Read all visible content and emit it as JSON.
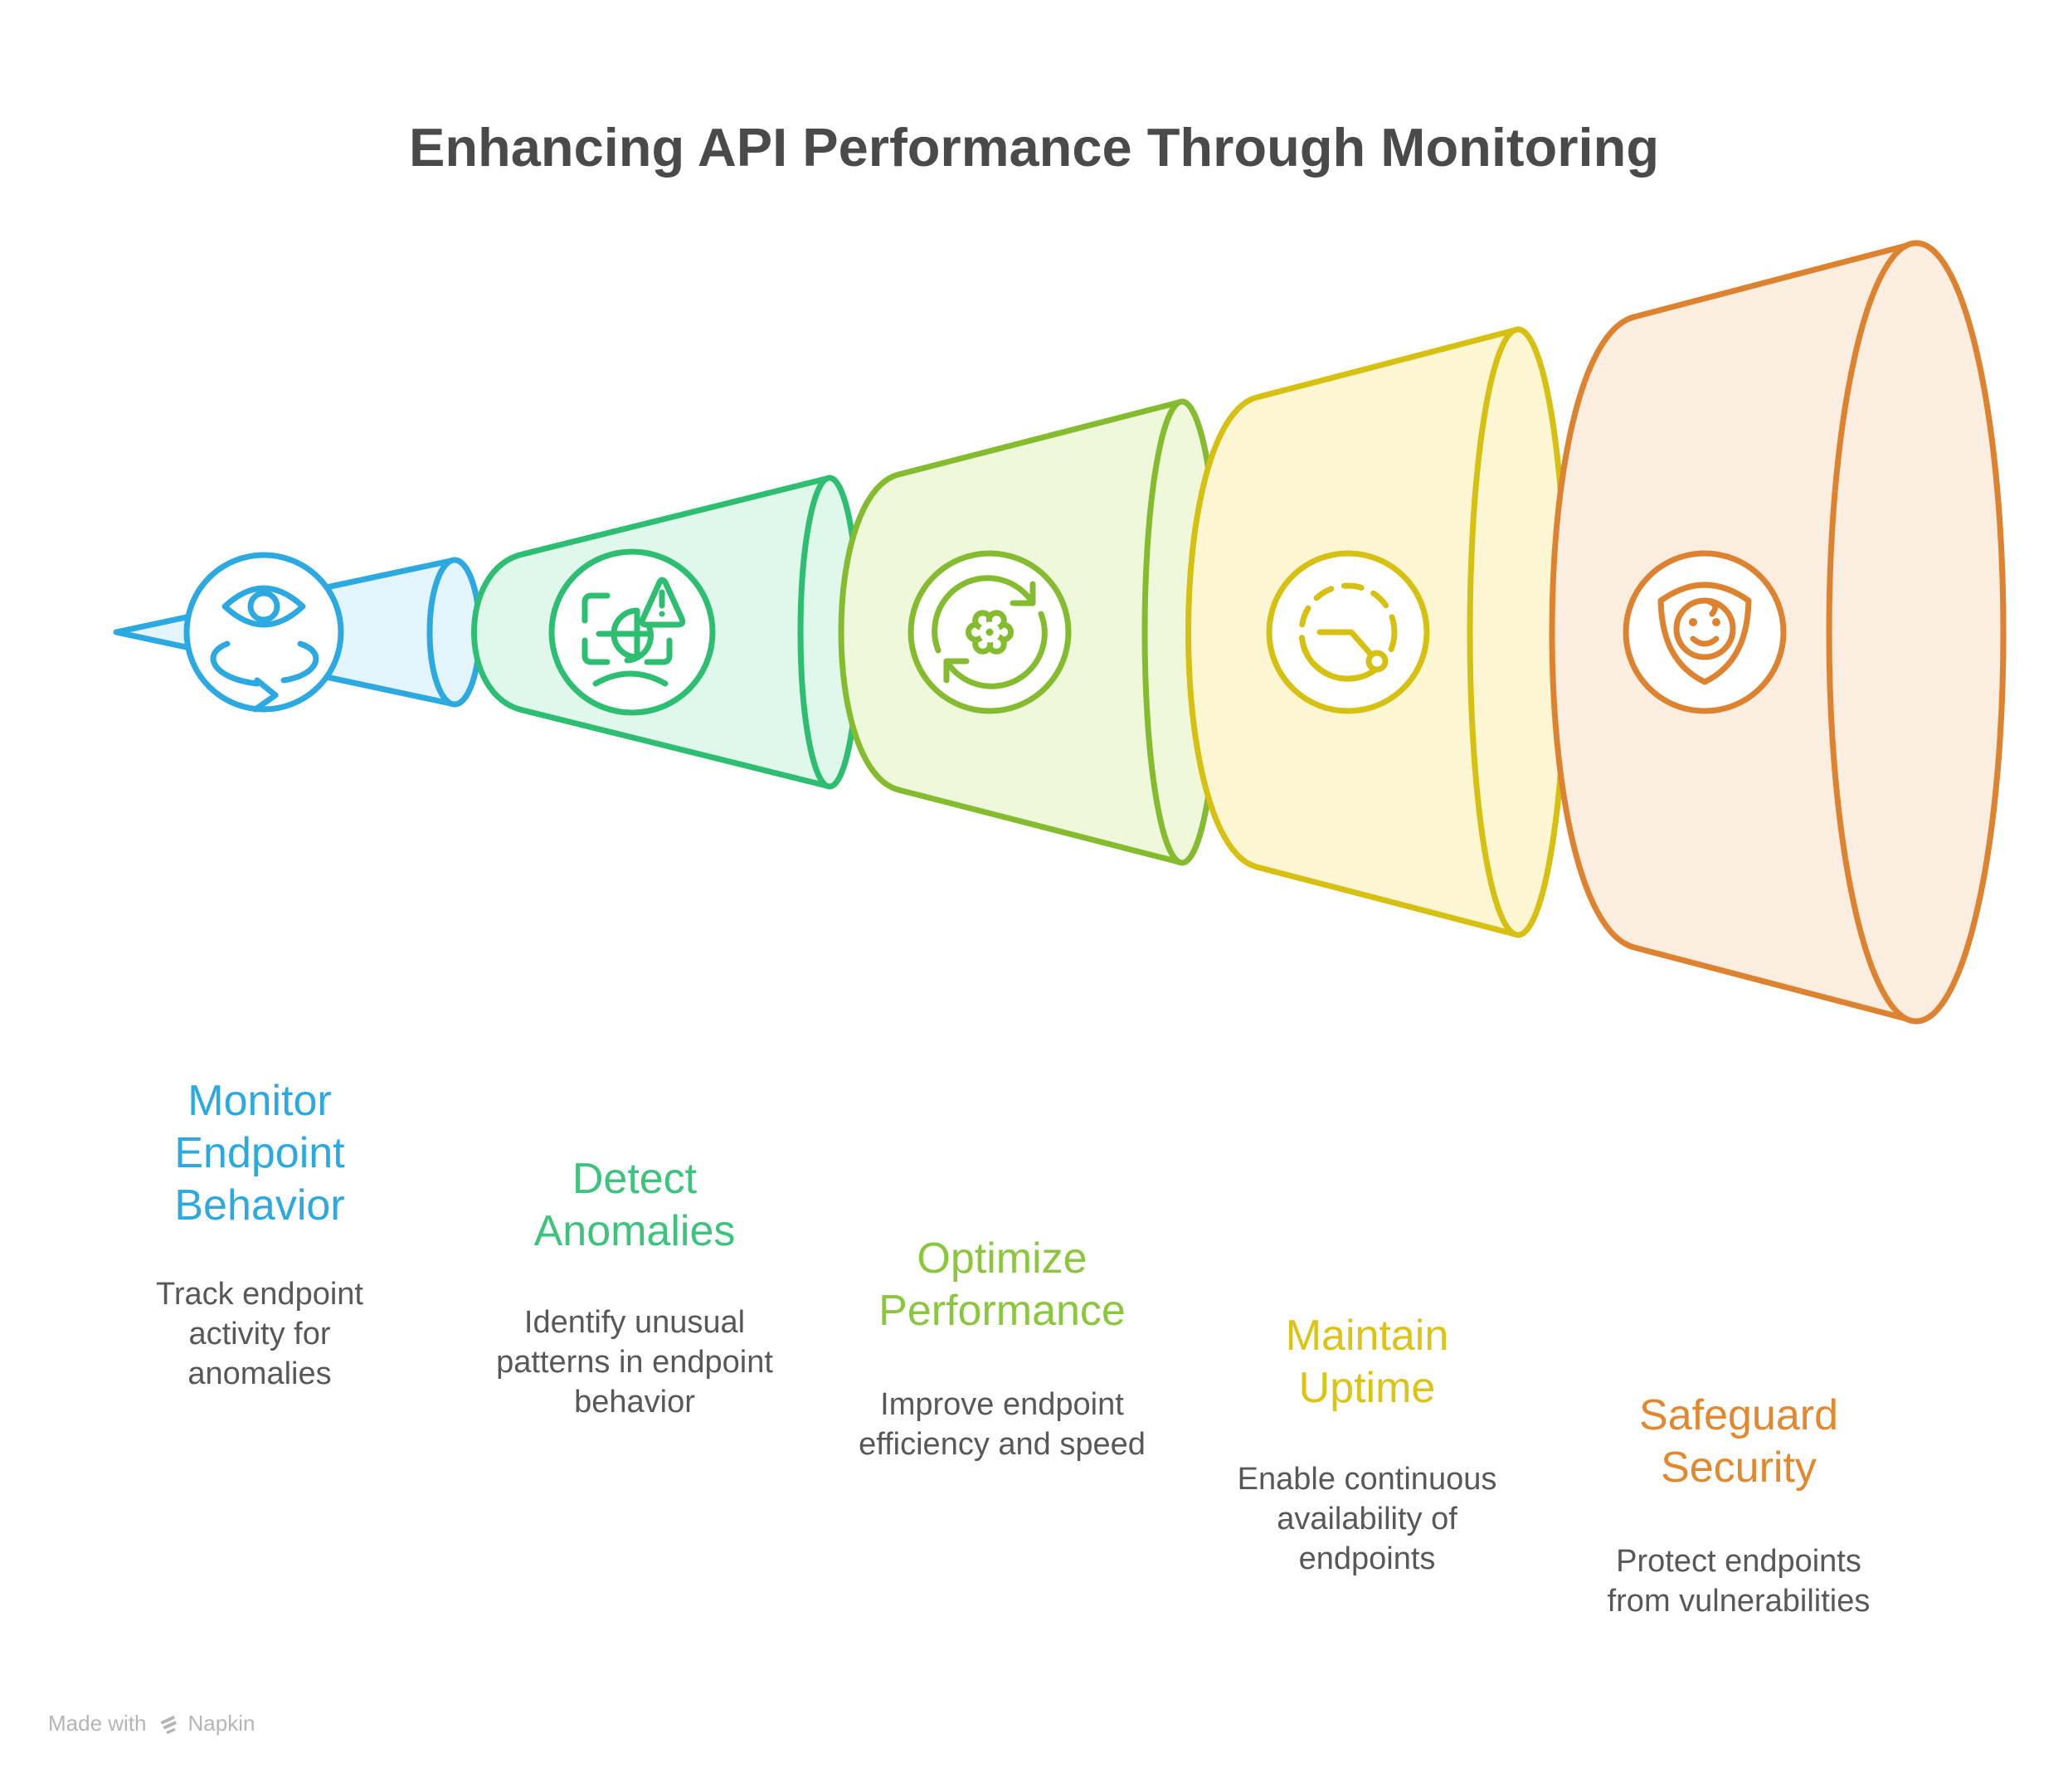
{
  "title": "Enhancing API Performance Through Monitoring",
  "title_color": "#4A4A4B",
  "text_color": "#57585A",
  "background": "#FFFFFF",
  "footer": {
    "made_with": "Made with",
    "brand": "Napkin",
    "color": "#B5B5B6"
  },
  "stages": [
    {
      "name": "monitor-endpoint-behavior",
      "heading_lines": [
        "Monitor",
        "Endpoint",
        "Behavior"
      ],
      "description_lines": [
        "Track endpoint",
        "activity for",
        "anomalies"
      ],
      "heading_color": "#2BA9E0",
      "color": "#2BA9E0",
      "fill": "#E4F4FC",
      "icon": "eye-rotation-icon"
    },
    {
      "name": "detect-anomalies",
      "heading_lines": [
        "Detect",
        "Anomalies"
      ],
      "description_lines": [
        "Identify unusual",
        "patterns in endpoint",
        "behavior"
      ],
      "heading_color": "#3EC37E",
      "color": "#2EBE72",
      "fill": "#E0F7EB",
      "icon": "anomaly-scan-icon"
    },
    {
      "name": "optimize-performance",
      "heading_lines": [
        "Optimize",
        "Performance"
      ],
      "description_lines": [
        "Improve endpoint",
        "efficiency and speed"
      ],
      "heading_color": "#8CC63F",
      "color": "#85BC2F",
      "fill": "#EFF8DA",
      "icon": "gear-refresh-icon"
    },
    {
      "name": "maintain-uptime",
      "heading_lines": [
        "Maintain",
        "Uptime"
      ],
      "description_lines": [
        "Enable continuous",
        "availability of",
        "endpoints"
      ],
      "heading_color": "#DCC416",
      "color": "#D6C011",
      "fill": "#FCF6D2",
      "icon": "gauge-icon"
    },
    {
      "name": "safeguard-security",
      "heading_lines": [
        "Safeguard",
        "Security"
      ],
      "description_lines": [
        "Protect endpoints",
        "from vulnerabilities"
      ],
      "heading_color": "#E2882F",
      "color": "#DD8330",
      "fill": "#FBEEE0",
      "icon": "shield-face-icon"
    }
  ]
}
